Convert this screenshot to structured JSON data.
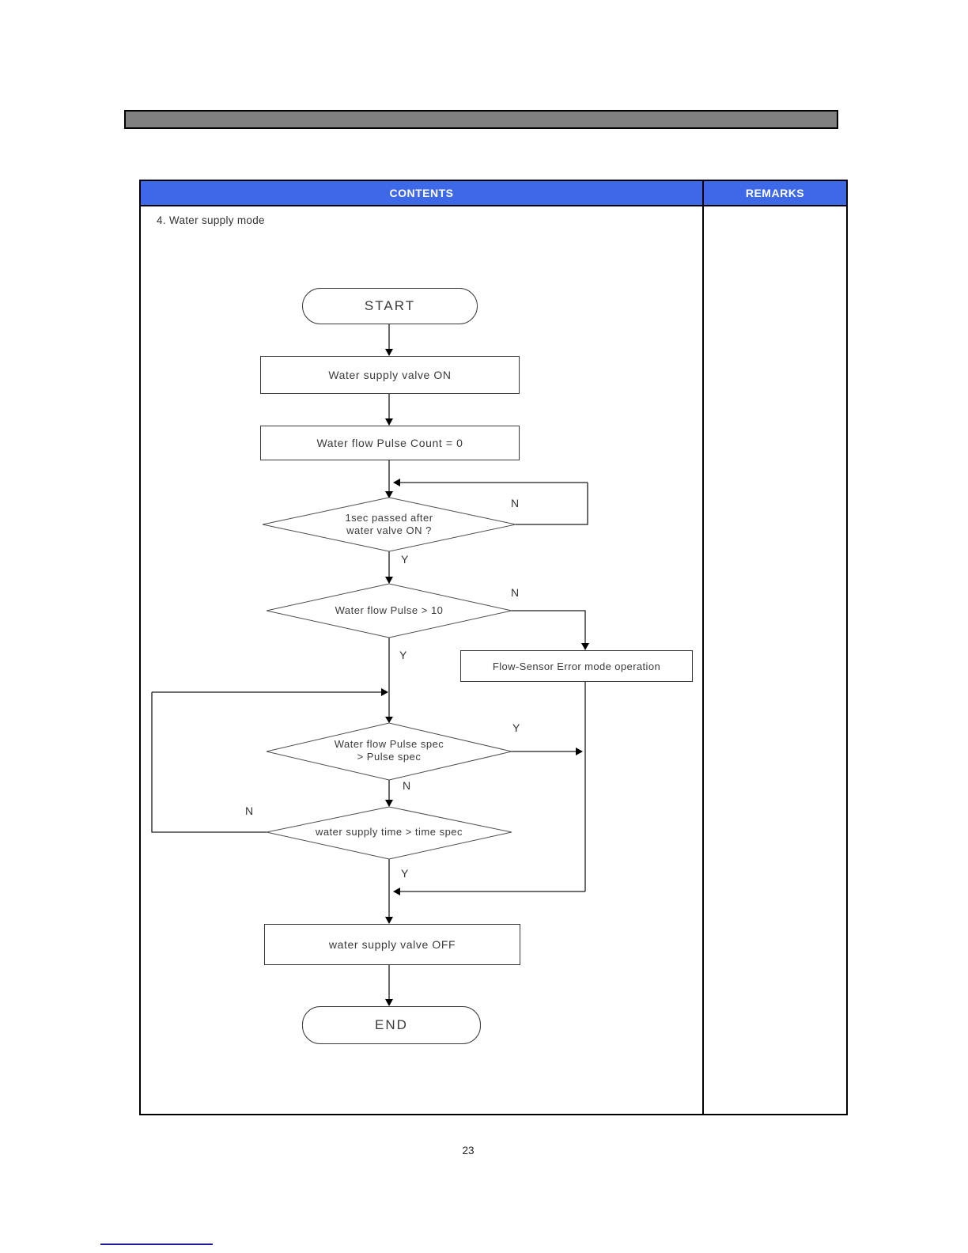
{
  "document": {
    "page_number": "23"
  },
  "table": {
    "headers": {
      "contents": "CONTENTS",
      "remarks": "REMARKS"
    },
    "section_title": "4. Water supply mode"
  },
  "flowchart": {
    "start": "START",
    "valve_on": "Water supply valve ON",
    "pulse_count": "Water flow Pulse Count = 0",
    "decision_1sec_line1": "1sec passed after",
    "decision_1sec_line2": "water valve ON ?",
    "decision_pulse10": "Water flow Pulse  > 10",
    "error_box": "Flow-Sensor Error mode operation",
    "decision_pulse_spec_line1": "Water flow Pulse spec",
    "decision_pulse_spec_line2": "> Pulse spec",
    "decision_time_spec": "water supply time > time spec",
    "valve_off": "water supply valve OFF",
    "end": "END",
    "label_yes": "Y",
    "label_no": "N"
  },
  "colors": {
    "header_blue": "#3d68e8",
    "title_bar_gray": "#808080",
    "footer_line_navy": "#1b1b9a"
  }
}
